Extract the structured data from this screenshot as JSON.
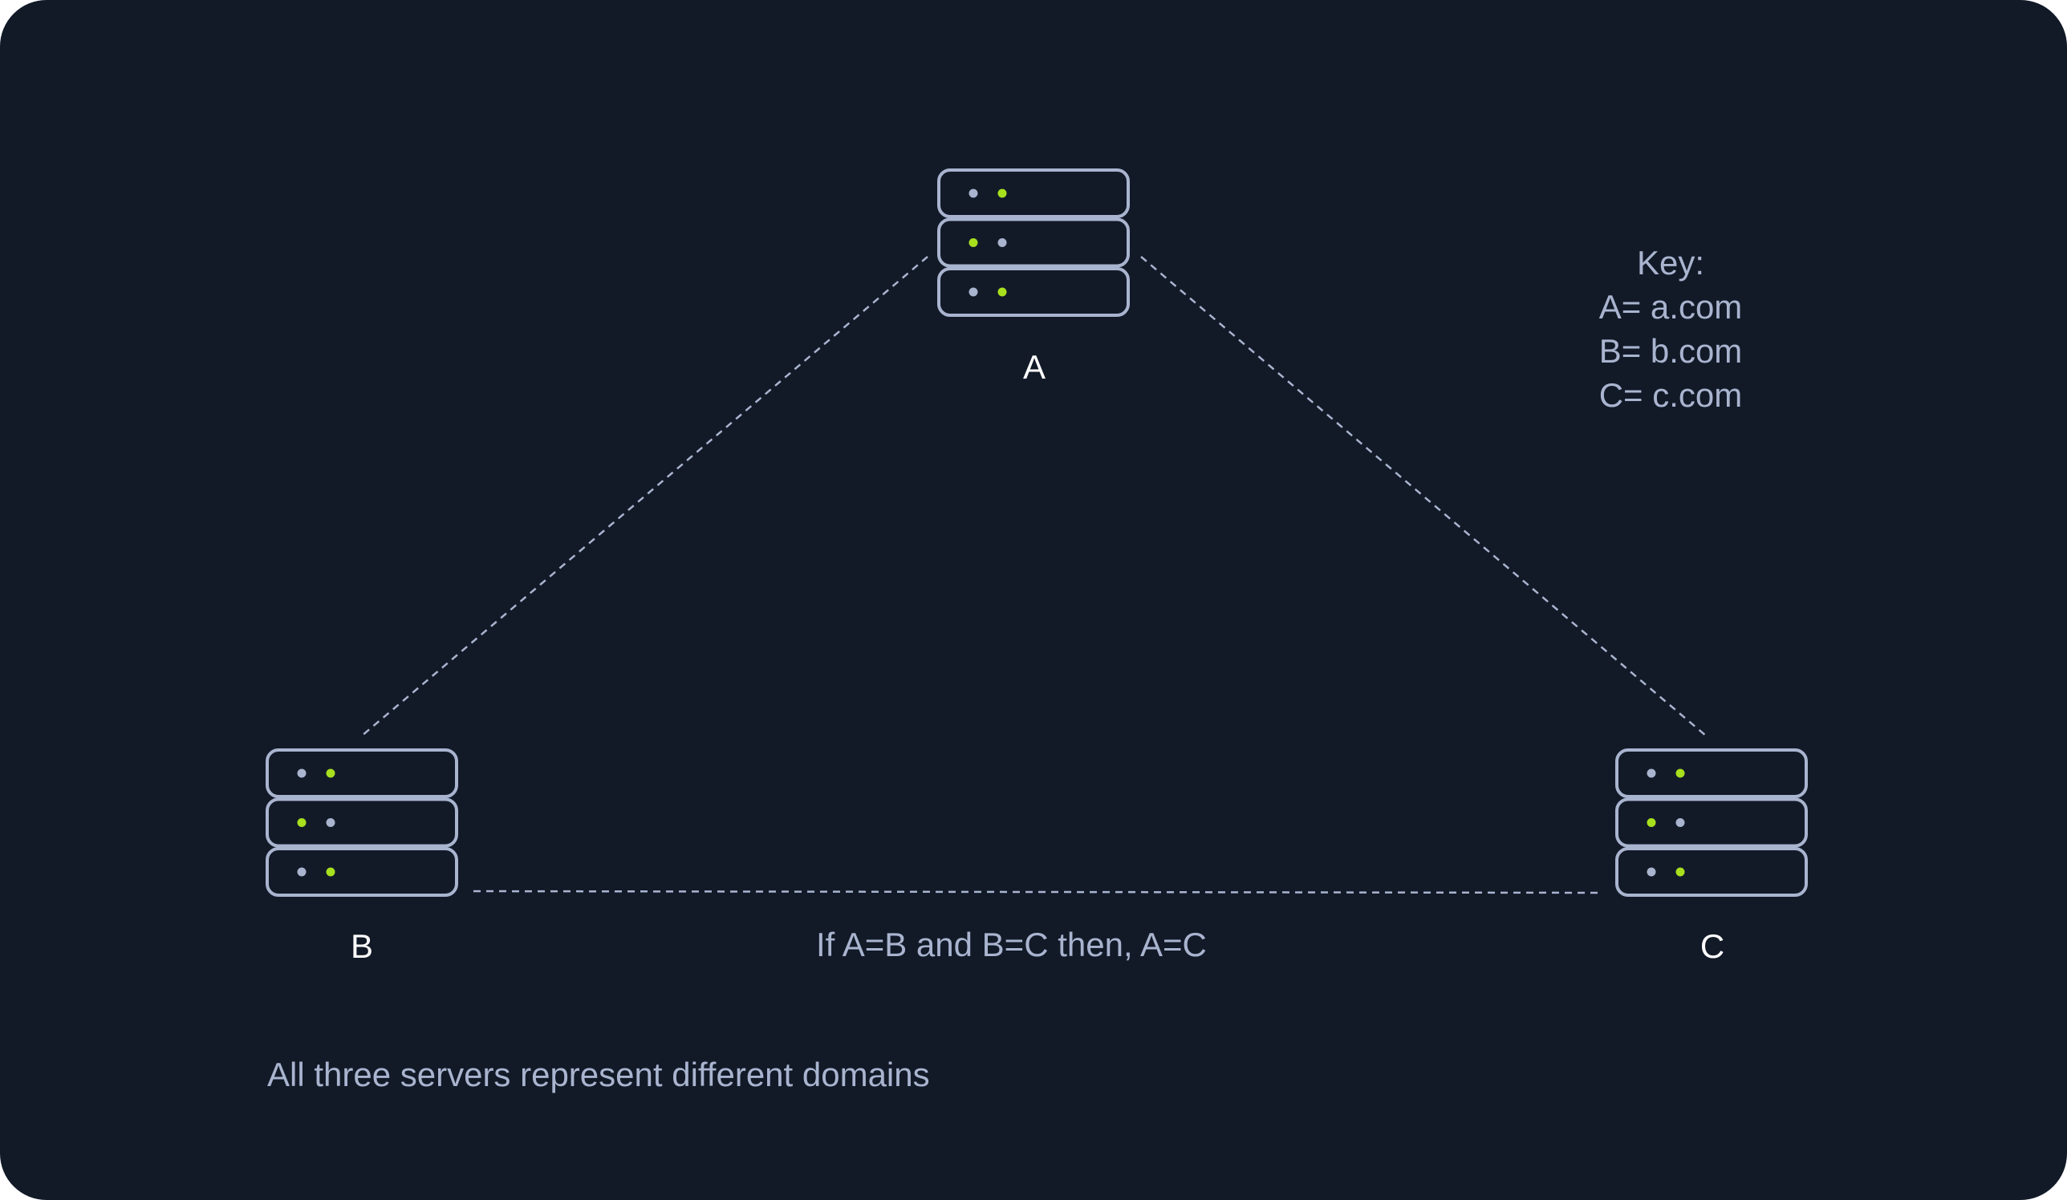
{
  "colors": {
    "background": "#121a28",
    "server_outline": "#a9b4cf",
    "led_active": "#a8e01e",
    "led_idle": "#a9b4cf",
    "connector_line": "#a9b4cf",
    "label_primary": "#ffffff",
    "label_muted": "#a9b4cf"
  },
  "servers": [
    {
      "id": "A",
      "label": "A",
      "leds": [
        [
          "idle",
          "active"
        ],
        [
          "active",
          "idle"
        ],
        [
          "idle",
          "active"
        ]
      ]
    },
    {
      "id": "B",
      "label": "B",
      "leds": [
        [
          "idle",
          "active"
        ],
        [
          "active",
          "idle"
        ],
        [
          "idle",
          "active"
        ]
      ]
    },
    {
      "id": "C",
      "label": "C",
      "leds": [
        [
          "idle",
          "active"
        ],
        [
          "active",
          "idle"
        ],
        [
          "idle",
          "active"
        ]
      ]
    }
  ],
  "connections": [
    {
      "from": "A",
      "to": "B",
      "style": "dashed"
    },
    {
      "from": "A",
      "to": "C",
      "style": "dashed"
    },
    {
      "from": "B",
      "to": "C",
      "style": "dashed"
    }
  ],
  "key": {
    "title": "Key:",
    "entries": [
      "A= a.com",
      "B= b.com",
      "C= c.com"
    ]
  },
  "relation_text": "If A=B and B=C then, A=C",
  "footnote": "All three servers represent different domains"
}
